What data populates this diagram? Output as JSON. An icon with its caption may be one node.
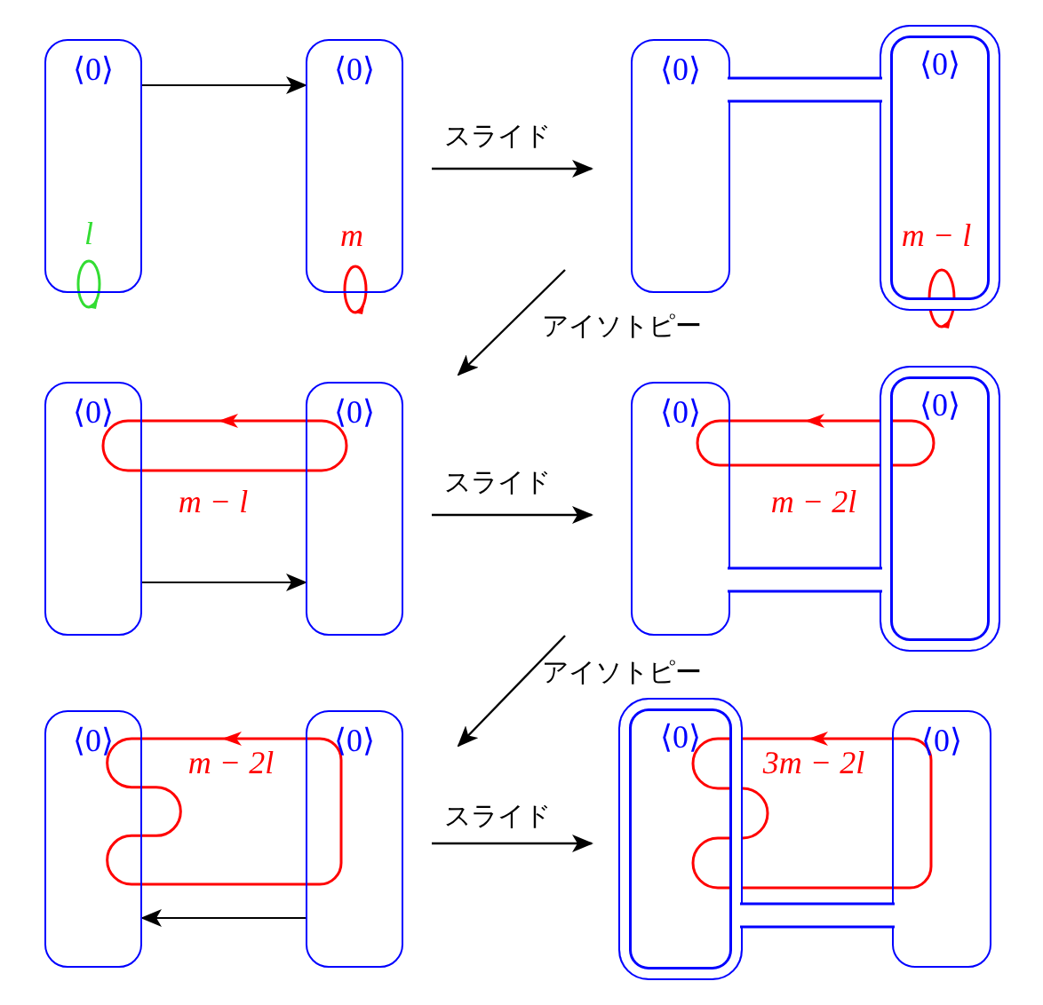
{
  "diagram": {
    "nodes": [
      {
        "text": [
          "⟨0⟩"
        ]
      },
      {
        "text": [
          "⟨0⟩"
        ]
      },
      {
        "text": [
          "⟨0⟩"
        ]
      },
      {
        "text": [
          "⟨0⟩"
        ]
      },
      {
        "text": [
          "⟨0⟩"
        ]
      },
      {
        "text": [
          "⟨0⟩"
        ]
      },
      {
        "text": [
          "⟨0⟩"
        ]
      },
      {
        "text": [
          "⟨0⟩"
        ]
      },
      {
        "text": [
          "⟨0⟩"
        ]
      },
      {
        "text": [
          "⟨0⟩"
        ]
      },
      {
        "text": [
          "⟨0⟩"
        ]
      },
      {
        "text": [
          "⟨0⟩"
        ]
      }
    ],
    "edges": [
      {
        "from": 0,
        "to": 1,
        "arrow": "to"
      },
      {
        "from": 4,
        "to": 5,
        "arrow": "to"
      },
      {
        "from": 9,
        "to": 8,
        "arrow": "to"
      }
    ],
    "labels": [
      "l",
      "m",
      "スライド",
      "m − l",
      "アイソトピー",
      "m − l",
      "スライド",
      "m − 2l",
      "アイソトピー",
      "m − 2l",
      "スライド",
      "3m − 2l"
    ]
  }
}
